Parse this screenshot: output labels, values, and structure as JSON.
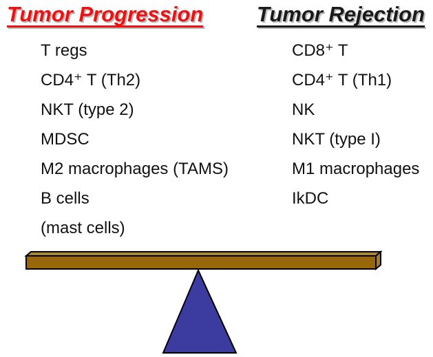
{
  "left_panel": {
    "title": "Tumor Progression",
    "items": [
      "T regs",
      "CD4⁺ T (Th2)",
      "NKT (type 2)",
      "MDSC",
      "M2 macrophages (TAMS)",
      "B cells",
      "(mast cells)"
    ]
  },
  "right_panel": {
    "title": "Tumor Rejection",
    "items": [
      "CD8⁺ T",
      "CD4⁺ T (Th1)",
      "NK",
      "NKT (type I)",
      "M1 macrophages",
      "IkDC"
    ]
  },
  "colors": {
    "left_title": "#ee1111",
    "right_title": "#1a1a1a",
    "list_text": "#111111",
    "title_shadow": "#b8b8b8",
    "beam_front": "#99660a",
    "beam_top": "#a8852f",
    "beam_side": "#a37b2a",
    "fulcrum": "#3b3ba0",
    "outline": "#000000"
  }
}
